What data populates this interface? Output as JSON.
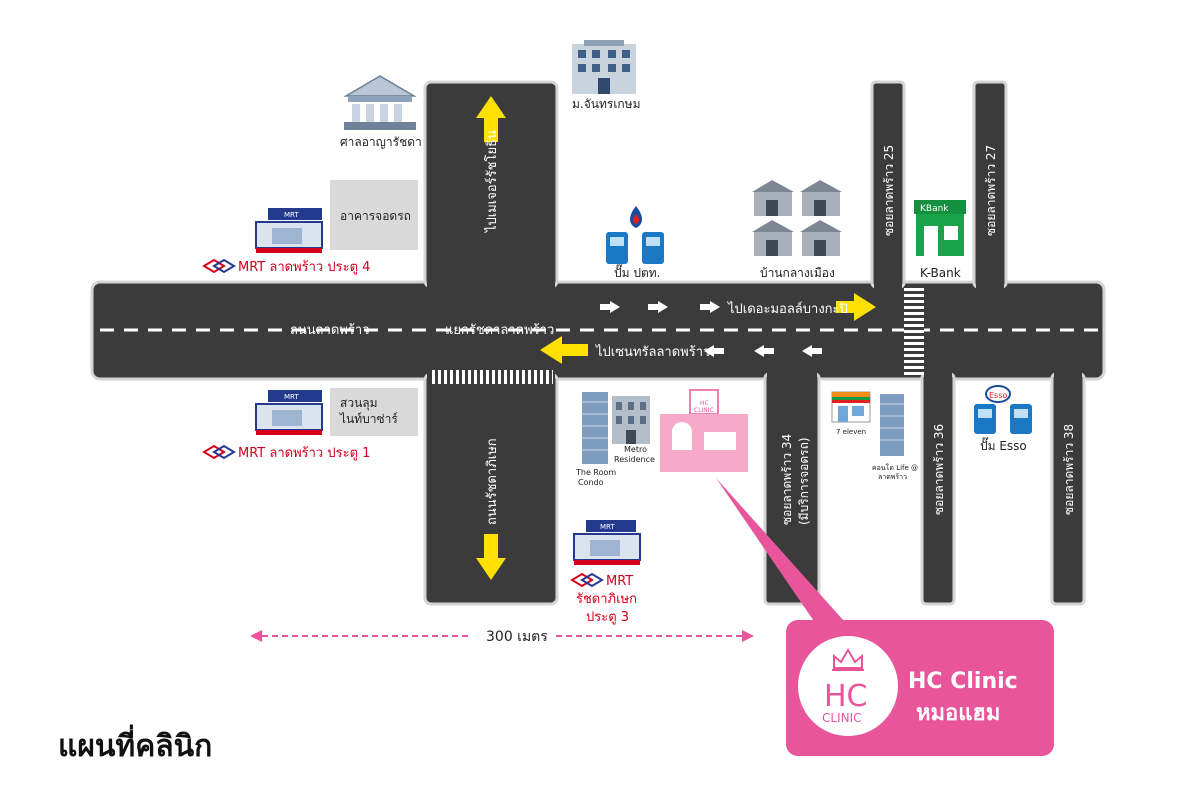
{
  "title": "แผนที่คลินิก",
  "roads": {
    "main_road": "ถนนลาดพร้าว",
    "junction": "แยกรัชดาลาดพร้าว",
    "to_north": "ไปเมเจอร์รัชโยธิน",
    "to_south": "ถนนรัชดาภิเษก",
    "to_east": "ไปเดอะมอลล์บางกะปิ",
    "to_west": "ไปเซนทรัลลาดพร้าว",
    "soi_25": "ซอยลาดพร้าว 25",
    "soi_27": "ซอยลาดพร้าว 27",
    "soi_34": "ซอยลาดพร้าว 34",
    "soi_34_note": "(มีบริการจอดรถ)",
    "soi_36": "ซอยลาดพร้าว 36",
    "soi_38": "ซอยลาดพร้าว 38"
  },
  "landmarks": {
    "court": "ศาลอาญารัชดา",
    "university": "ม.จันทรเกษม",
    "parking": "อาคารจอดรถ",
    "ptt": "ปั๊ม ปตท.",
    "houses": "บ้านกลางเมือง",
    "kbank": "K-Bank",
    "kbank_sign": "KBank",
    "park": "สวนลุม\nไนท์บาซ่าร์",
    "room_condo": "The Room\nCondo",
    "metro_res": "Metro\nResidence",
    "seven": "7 eleven",
    "condo_life": "คอนโด Life @\nลาดพร้าว",
    "esso": "ปั๊ม Esso",
    "esso_sign": "Esso",
    "clinic_sign": "HC\nCLINIC"
  },
  "mrt": {
    "sign": "MRT",
    "exit4": "MRT ลาดพร้าว ประตู 4",
    "exit1": "MRT ลาดพร้าว ประตู 1",
    "exit3_line1": "MRT",
    "exit3_line2": "รัชดาภิเษก",
    "exit3_line3": "ประตู 3"
  },
  "scale": "300 เมตร",
  "callout": {
    "logo_letters": "HC",
    "logo_word": "CLINIC",
    "name": "HC Clinic",
    "subtitle": "หมอแฮม"
  },
  "colors": {
    "road": "#3b3b3b",
    "road_edge": "#d4d4d4",
    "arrow_yellow": "#ffe000",
    "mrt_red": "#d6001c",
    "mrt_blue": "#233a8f",
    "clinic_pink": "#e8559b",
    "fuel_blue": "#1a78c4"
  }
}
